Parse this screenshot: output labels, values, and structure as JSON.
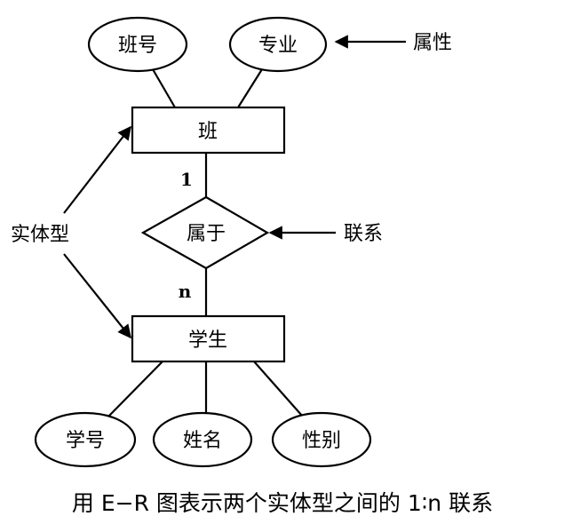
{
  "diagram": {
    "entities": {
      "class": "班",
      "student": "学生"
    },
    "relationship": "属于",
    "attributes": {
      "class_no": "班号",
      "major": "专业",
      "student_no": "学号",
      "name": "姓名",
      "gender": "性别"
    },
    "cardinality": {
      "class_side": "1",
      "student_side": "n"
    },
    "legend": {
      "attribute": "属性",
      "entity_type": "实体型",
      "relationship": "联系"
    }
  },
  "caption": "用 E−R 图表示两个实体型之间的 1∶n 联系"
}
